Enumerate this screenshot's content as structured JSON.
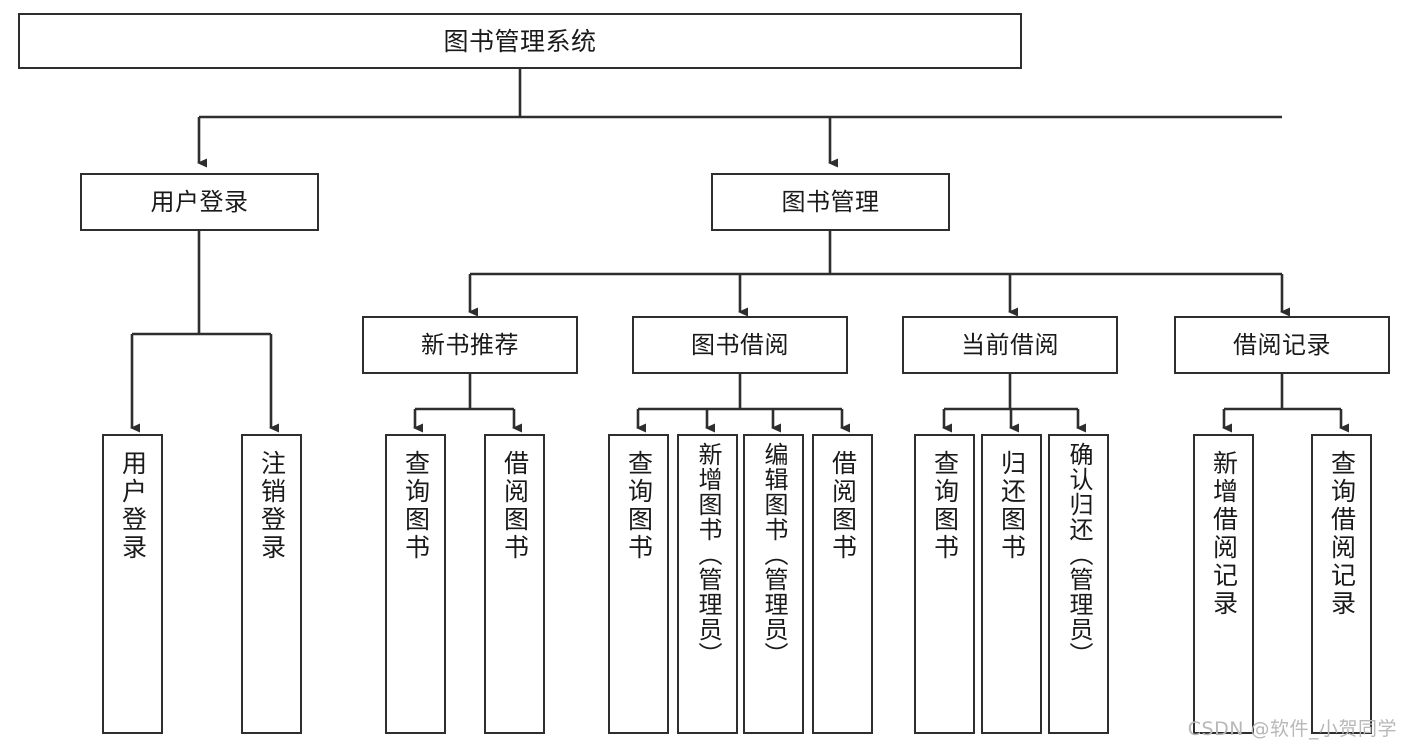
{
  "diagram": {
    "title": "图书管理系统",
    "type": "hierarchy-tree",
    "root": {
      "label": "图书管理系统"
    },
    "level2": [
      {
        "label": "用户登录"
      },
      {
        "label": "图书管理"
      }
    ],
    "level3": [
      {
        "label": "新书推荐"
      },
      {
        "label": "图书借阅"
      },
      {
        "label": "当前借阅"
      },
      {
        "label": "借阅记录"
      }
    ],
    "leaves": {
      "user_login": [
        {
          "label": "用户登录"
        },
        {
          "label": "注销登录"
        }
      ],
      "new_book_recommend": [
        {
          "label": "查询图书"
        },
        {
          "label": "借阅图书"
        }
      ],
      "book_borrow": [
        {
          "label": "查询图书"
        },
        {
          "label": "新增图书（管理员）"
        },
        {
          "label": "编辑图书（管理员）"
        },
        {
          "label": "借阅图书"
        }
      ],
      "current_borrow": [
        {
          "label": "查询图书"
        },
        {
          "label": "归还图书"
        },
        {
          "label": "确认归还（管理员）"
        }
      ],
      "borrow_record": [
        {
          "label": "新增借阅记录"
        },
        {
          "label": "查询借阅记录"
        }
      ]
    }
  },
  "watermark": {
    "text": "CSDN @软件_小贺同学"
  },
  "colors": {
    "stroke": "#2e2e2e",
    "background": "#ffffff",
    "text": "#1a1a1a",
    "watermark": "#b8b8b8"
  }
}
